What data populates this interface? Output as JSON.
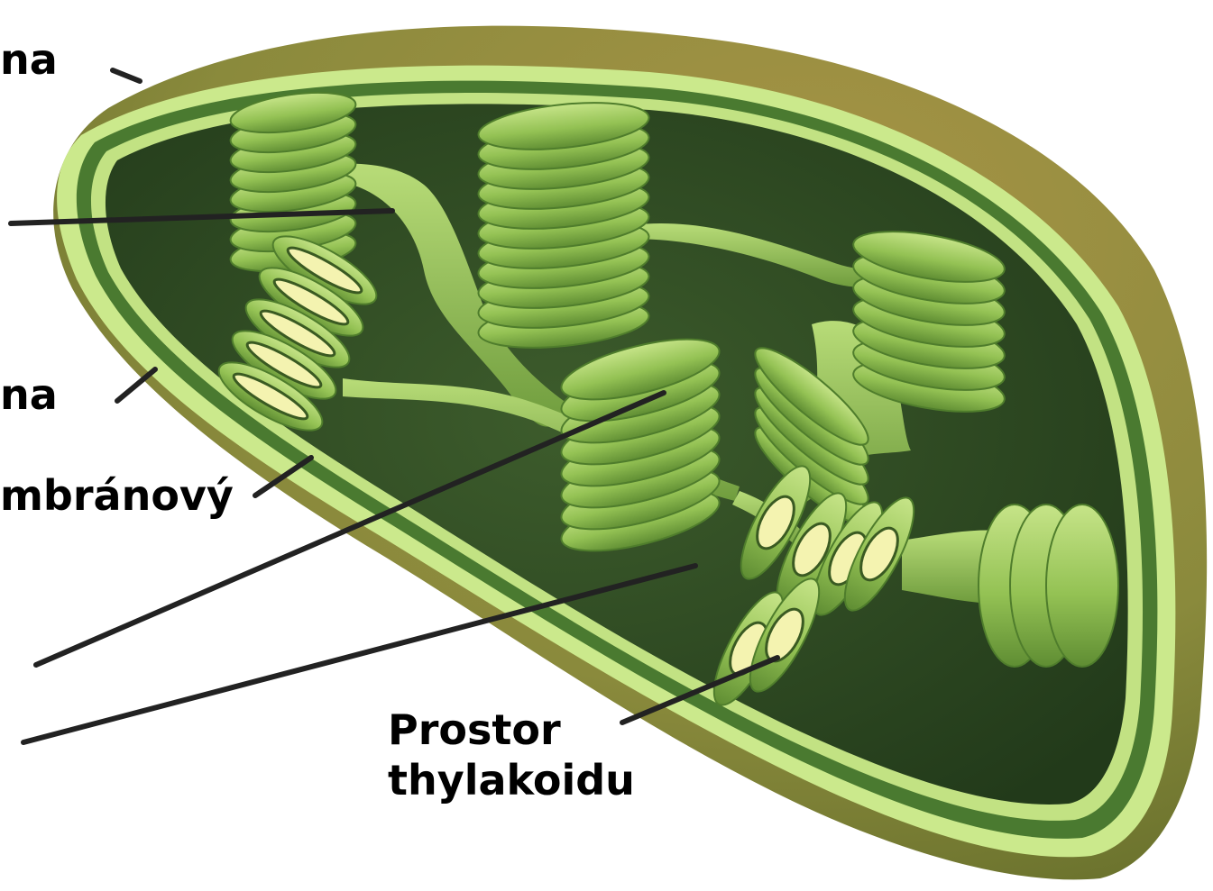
{
  "labels": {
    "outer_membrane_fragment": "na",
    "inner_membrane_fragment": "na",
    "intermembrane_fragment": "mbránový",
    "thylakoid_space_line1": "Prostor",
    "thylakoid_space_line2": "thylakoidu"
  },
  "colors": {
    "outer_shell": "#8a8a3c",
    "membrane_light": "#c9e88a",
    "membrane_dark": "#3e6a28",
    "stroma": "#2f4a24",
    "thylakoid": "#9cc95a",
    "thylakoid_highlight": "#c4e384",
    "lumen": "#f4f3b0",
    "leader_line": "#222222"
  }
}
